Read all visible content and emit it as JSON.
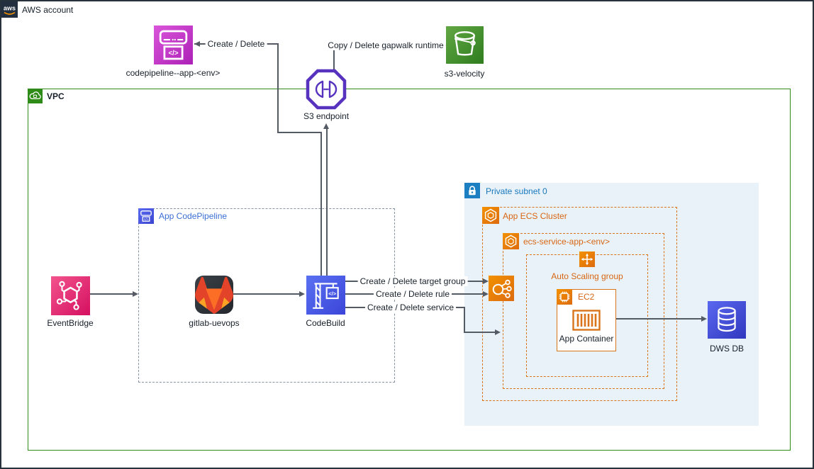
{
  "diagram": {
    "account": {
      "label": "AWS account",
      "logo_text": "aws"
    },
    "vpc": {
      "label": "VPC"
    },
    "subnet": {
      "label": "Private subnet 0"
    },
    "groups": {
      "app_codepipeline": {
        "label": "App CodePipeline"
      },
      "ecs_cluster": {
        "label": "App ECS Cluster"
      },
      "ecs_service": {
        "label": "ecs-service-app-<env>"
      },
      "asg": {
        "label": "Auto Scaling group"
      },
      "ec2": {
        "label": "EC2"
      }
    },
    "nodes": {
      "codepipeline": {
        "label": "codepipeline--app-<env>",
        "icon": "codepipeline-icon"
      },
      "s3_endpoint": {
        "label": "S3 endpoint",
        "icon": "s3-endpoint-icon"
      },
      "s3_velocity": {
        "label": "s3-velocity",
        "icon": "s3-bucket-icon"
      },
      "eventbridge": {
        "label": "EventBridge",
        "icon": "eventbridge-icon"
      },
      "gitlab": {
        "label": "gitlab-uevops",
        "icon": "gitlab-icon"
      },
      "codebuild": {
        "label": "CodeBuild",
        "icon": "codebuild-icon"
      },
      "ecs_service_node": {
        "label": "",
        "icon": "ecs-service-icon"
      },
      "app_container": {
        "label": "App Container",
        "icon": "container-icon"
      },
      "dws_db": {
        "label": "DWS DB",
        "icon": "database-icon"
      }
    },
    "edges": {
      "create_delete": {
        "label": "Create / Delete"
      },
      "copy_delete_runtime": {
        "label": "Copy / Delete gapwalk runtime"
      },
      "create_delete_target_group": {
        "label": "Create / Delete target group"
      },
      "create_delete_rule": {
        "label": "Create / Delete rule"
      },
      "create_delete_service": {
        "label": "Create / Delete service"
      }
    },
    "colors": {
      "outer_border": "#26313C",
      "vpc_border": "#2E8B17",
      "subnet_fill": "#E9F2F9",
      "subnet_label": "#1879BE",
      "pipeline_label": "#3B6FD4",
      "orange_label": "#D86613",
      "edge_line": "#545B64",
      "codepipeline_icon": "#C634C9",
      "s3_endpoint_purple": "#5632BE",
      "s3_bucket_green": "#3F8624",
      "eventbridge_pink": "#E7157B",
      "codebuild_blue": "#4D5CE5",
      "ecs_orange": "#ED7100",
      "db_blue": "#3B48CC",
      "gitlab_bg": "#32373D"
    }
  }
}
